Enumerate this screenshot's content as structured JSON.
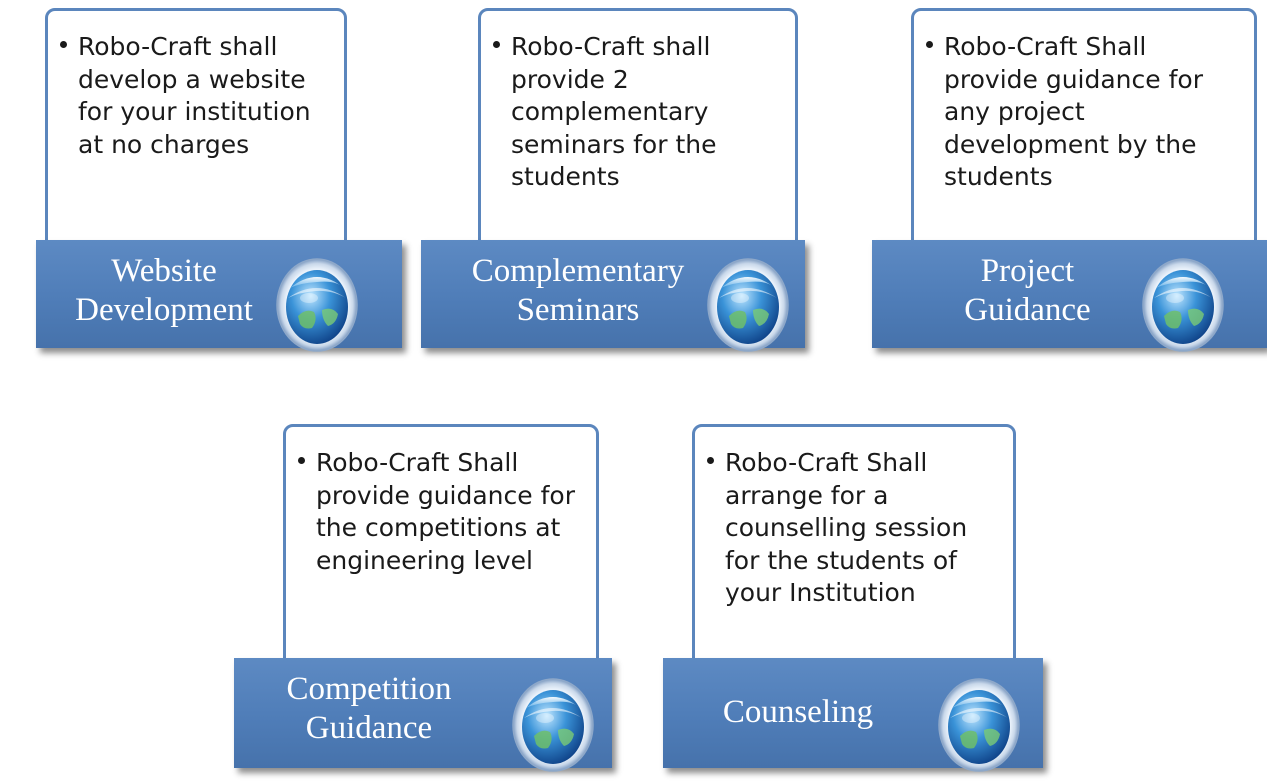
{
  "cards": [
    {
      "title_line1": "Website",
      "title_line2": "Development",
      "description": "Robo-Craft shall develop a website for your institution at no charges",
      "icon": "globe-icon"
    },
    {
      "title_line1": "Complementary",
      "title_line2": "Seminars",
      "description": "Robo-Craft shall provide 2 complementary seminars for the students",
      "icon": "globe-icon"
    },
    {
      "title_line1": "Project",
      "title_line2": "Guidance",
      "description": "Robo-Craft Shall provide guidance for any project development by the students",
      "icon": "globe-icon"
    },
    {
      "title_line1": "Competition",
      "title_line2": "Guidance",
      "description": "Robo-Craft Shall provide guidance for the competitions at engineering level",
      "icon": "globe-icon"
    },
    {
      "title_line1": "Counseling",
      "title_line2": "",
      "description": "Robo-Craft Shall arrange for a counselling session for the students of your Institution",
      "icon": "globe-icon"
    }
  ],
  "colors": {
    "bar": "#4f7db8",
    "border": "#5b86bd",
    "label_text": "#ffffff",
    "body_text": "#1a1a1a"
  }
}
